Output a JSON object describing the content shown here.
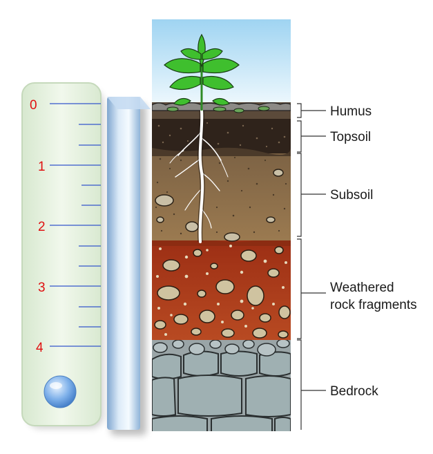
{
  "ruler": {
    "depth_labels": [
      "0",
      "1",
      "2",
      "3",
      "4"
    ]
  },
  "layers": [
    {
      "name": "Humus"
    },
    {
      "name": "Topsoil"
    },
    {
      "name": "Subsoil"
    },
    {
      "name": "Weathered",
      "name_line2": "rock fragments"
    },
    {
      "name": "Bedrock"
    }
  ],
  "colors": {
    "sky_top": "#9fd4f2",
    "sky_bottom": "#e9f6fd",
    "humus": "#5b4a3a",
    "topsoil": "#2f231b",
    "subsoil": "#8a6a46",
    "weathered": "#a8381c",
    "bedrock": "#8f9a9c",
    "leaf": "#3fbf2e",
    "depth_label": "#e01010",
    "tick_line": "#3355cc",
    "ruler_face": "#e4f0dd",
    "label_text": "#1a1a1a"
  },
  "icons": {
    "plant": "plant-icon",
    "bubble": "level-bubble-icon"
  }
}
